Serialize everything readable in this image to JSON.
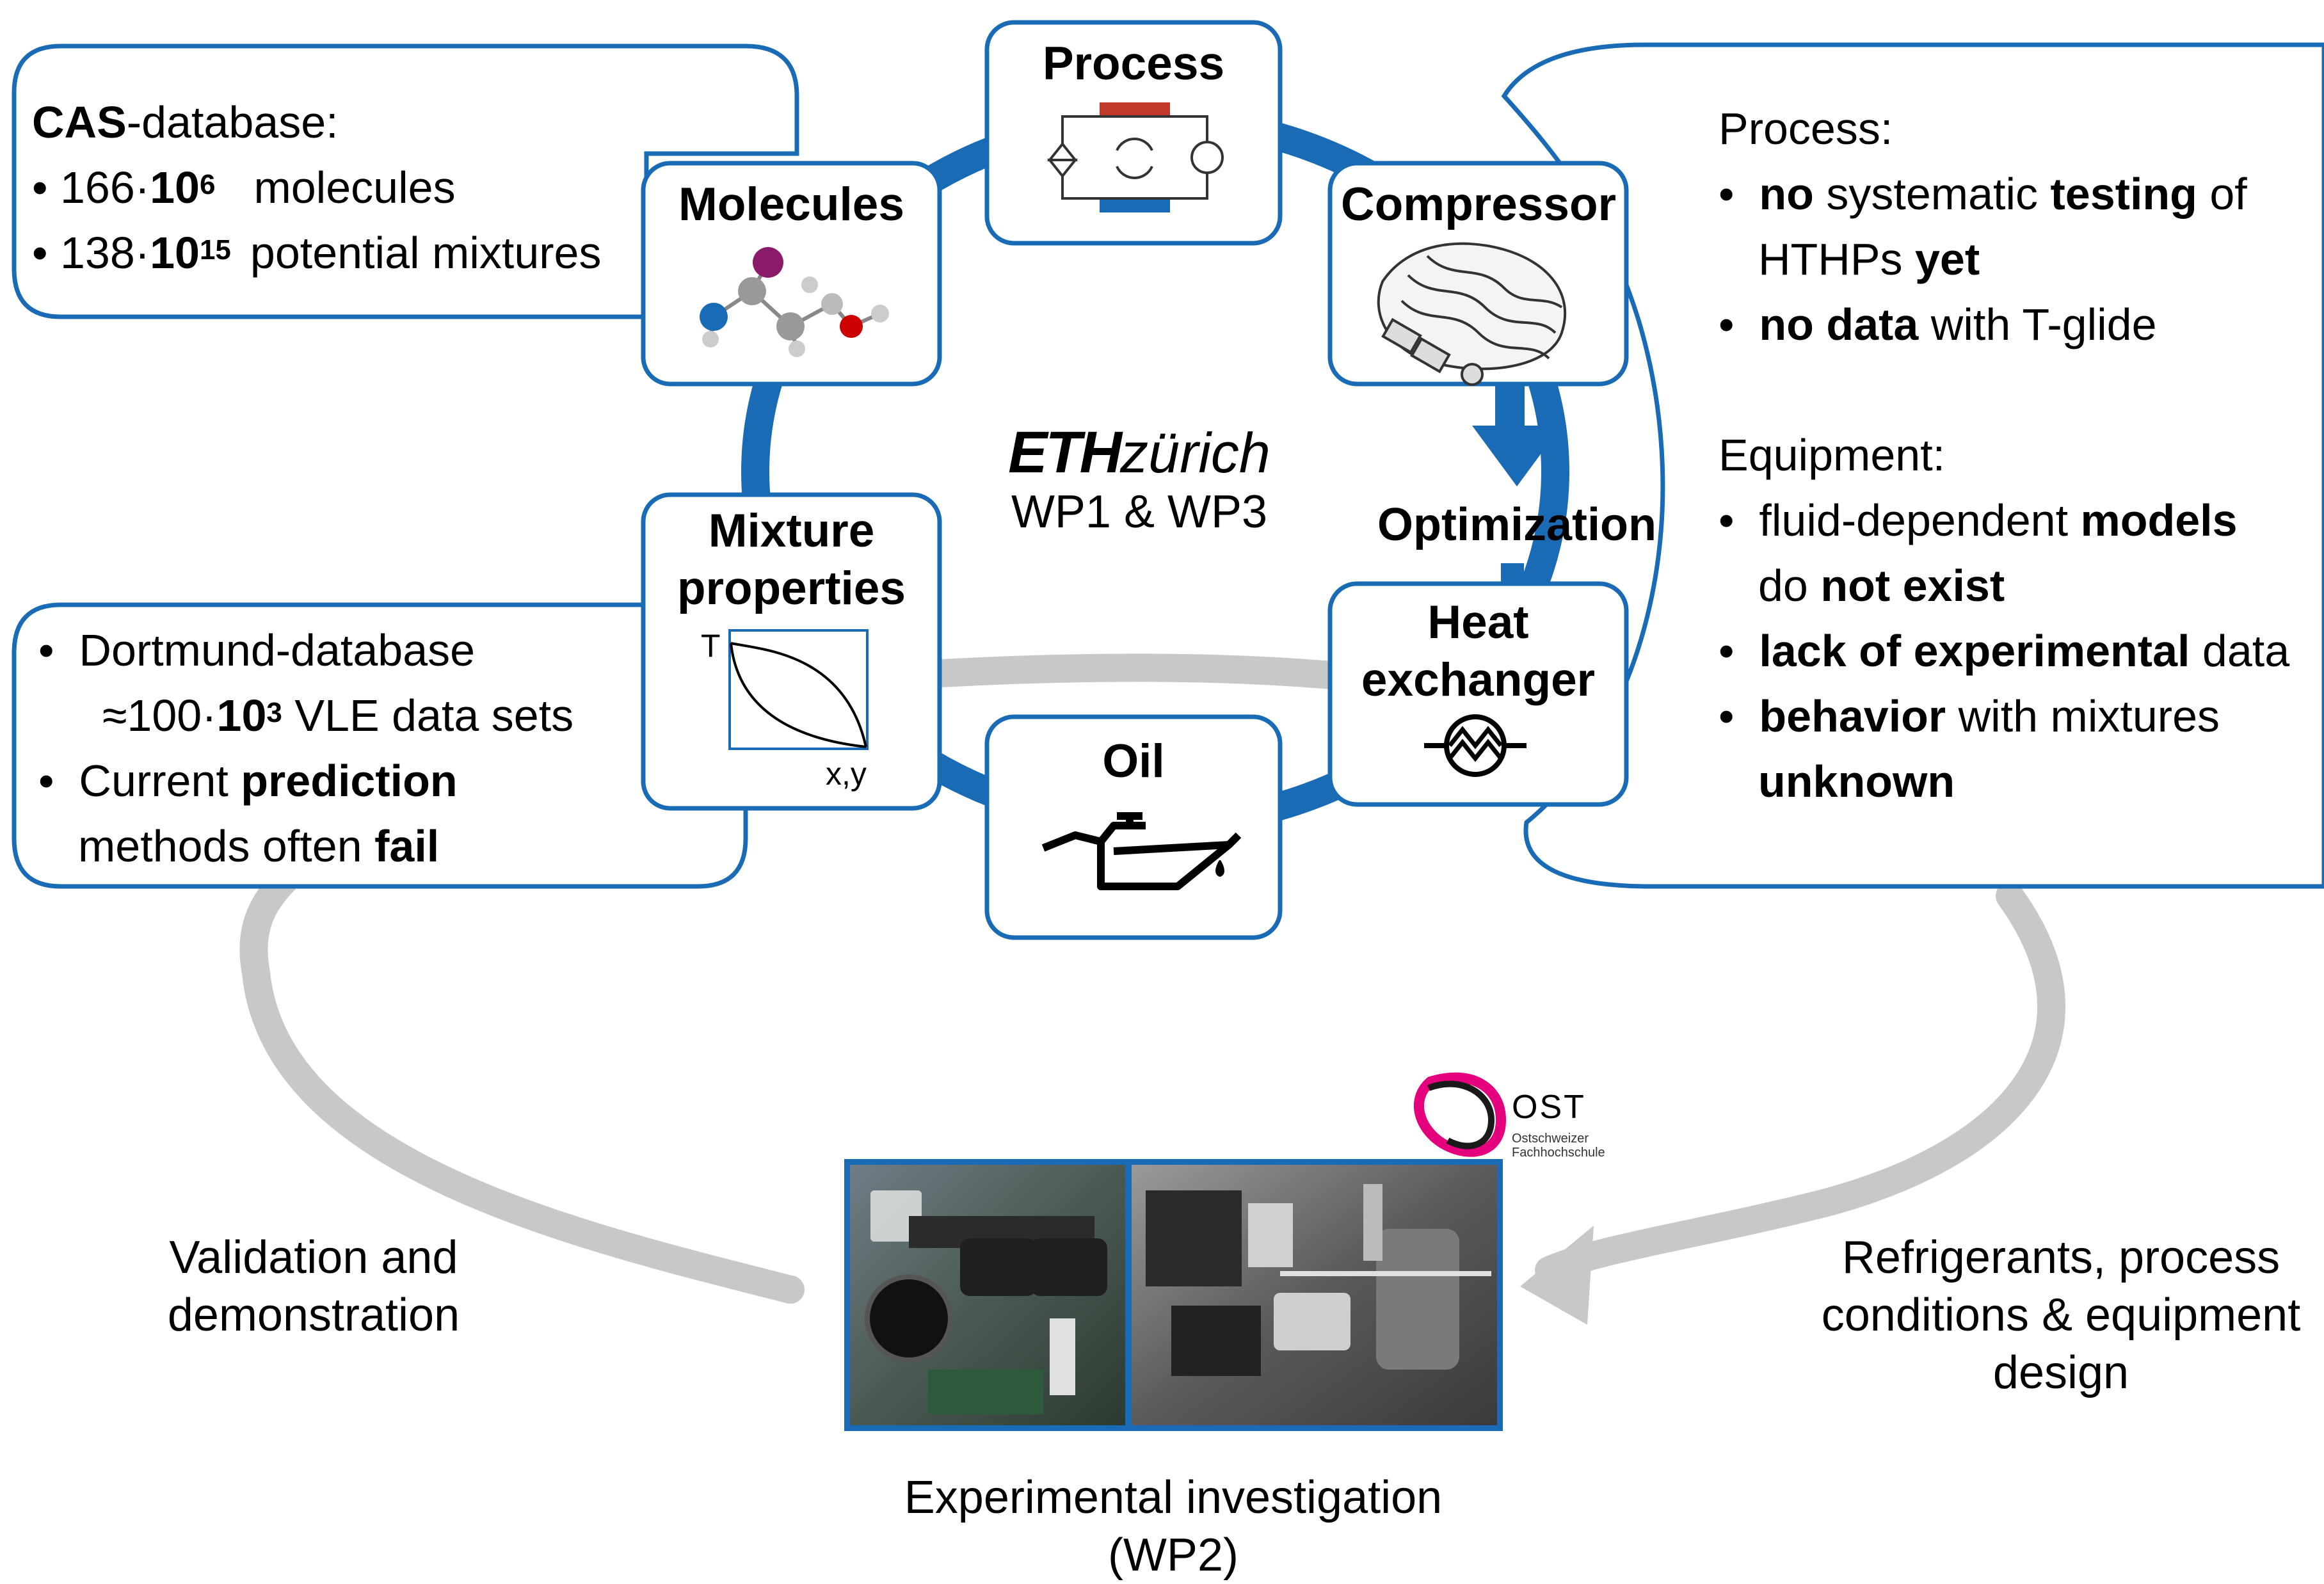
{
  "nodes": {
    "process": {
      "label": "Process"
    },
    "molecules": {
      "label": "Molecules"
    },
    "compressor": {
      "label": "Compressor"
    },
    "mixture_properties": {
      "label_line1": "Mixture",
      "label_line2": "properties"
    },
    "heat_exchanger": {
      "label_line1": "Heat",
      "label_line2": "exchanger"
    },
    "oil": {
      "label": "Oil"
    }
  },
  "optimization_label": "Optimization",
  "center": {
    "logo_eth": "ETH",
    "logo_zurich": "zürich",
    "wp_label": "WP1 & WP3"
  },
  "mixture_plot": {
    "y_axis": "T",
    "x_axis": "x,y"
  },
  "cas_box": {
    "title_bold": "CAS",
    "title_rest": "-database:",
    "line1_pre": "166·",
    "line1_base": "10",
    "line1_exp": "6",
    "line1_post": "molecules",
    "line2_pre": "138·",
    "line2_base": "10",
    "line2_exp": "15",
    "line2_post": "potential mixtures"
  },
  "dortmund_box": {
    "line1": "Dortmund-database",
    "line2_pre": "≈100·",
    "line2_base": "10",
    "line2_exp": "3",
    "line2_post": " VLE data sets",
    "line3_pre": "Current ",
    "line3_bold": "prediction",
    "line4_pre": "methods often ",
    "line4_bold": "fail"
  },
  "right_box": {
    "process_heading": "Process:",
    "p1_b1": "no",
    "p1_t1": " systematic ",
    "p1_b2": "testing",
    "p1_t2": " of",
    "p2_t1": "HTHPs ",
    "p2_b1": "yet",
    "p3_b1": "no data",
    "p3_t1": " with T-glide",
    "equipment_heading": "Equipment:",
    "e1_t1": "fluid-dependent ",
    "e1_b1": "models",
    "e2_t1": "do ",
    "e2_b1": "not exist",
    "e3_b1": "lack of experimental",
    "e3_t1": " data",
    "e4_b1": "behavior",
    "e4_t1": " with mixtures",
    "e5_b1": "unknown"
  },
  "bottom": {
    "validation_line1": "Validation and",
    "validation_line2": "demonstration",
    "refrigerants_line1": "Refrigerants, process",
    "refrigerants_line2": "conditions & equipment",
    "refrigerants_line3": "design",
    "experimental_line1": "Experimental investigation",
    "experimental_line2": "(WP2)"
  },
  "ost_logo": {
    "name": "OST",
    "sub1": "Ostschweizer",
    "sub2": "Fachhochschule"
  },
  "colors": {
    "blue": "#1a6bb5",
    "box_border": "#1a6bb5",
    "gray_loop": "#c8c8c8",
    "red_hx": "#c0392b",
    "ost_pink": "#e5007e"
  }
}
